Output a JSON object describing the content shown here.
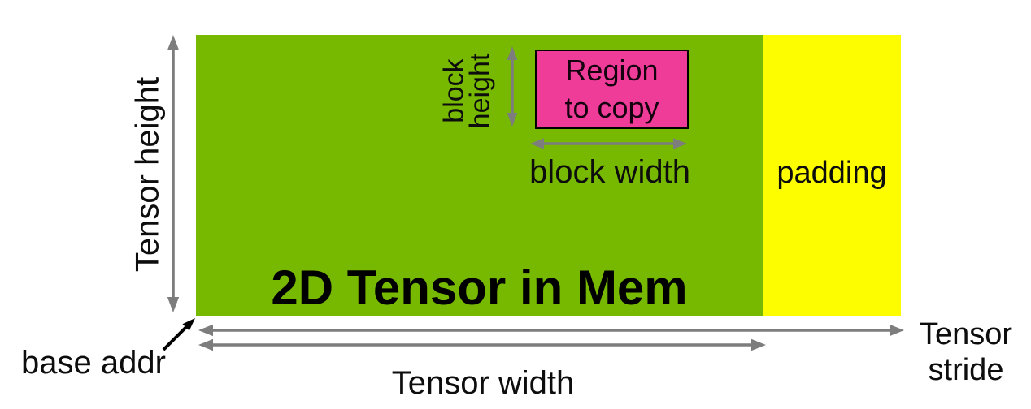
{
  "colors": {
    "tensor_green": "#76b900",
    "padding_yellow": "#fdfd00",
    "region_pink": "#ee3c98",
    "arrow_gray": "#7d7d7d",
    "ink": "#0d0d0d"
  },
  "diagram": {
    "tensor_label": "2D Tensor in Mem",
    "padding_label": "padding",
    "region_label": "Region\nto copy",
    "tensor_height_label": "Tensor height",
    "tensor_width_label": "Tensor width",
    "tensor_stride_label": "Tensor\nstride",
    "block_height_label": "block\nheight",
    "block_width_label": "block width",
    "base_addr_label": "base addr"
  }
}
